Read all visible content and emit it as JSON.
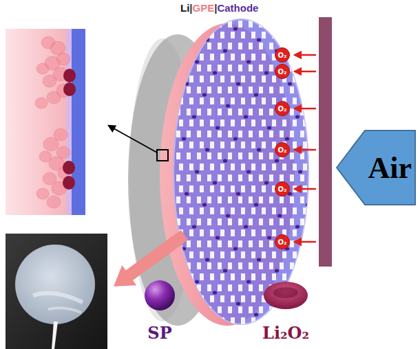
{
  "diagram": {
    "nodes": [
      {
        "text": [
          "O₂"
        ]
      },
      {
        "text": [
          "O₂"
        ]
      },
      {
        "text": [
          "O₂"
        ]
      },
      {
        "text": [
          "O₂"
        ]
      },
      {
        "text": [
          "O₂"
        ]
      },
      {
        "text": [
          "O₂"
        ]
      },
      {
        "text": [
          "Air"
        ]
      }
    ],
    "labels": [
      "Li",
      "|",
      "GPE",
      "|",
      "Cathode",
      "SP",
      "Li₂O₂"
    ]
  }
}
